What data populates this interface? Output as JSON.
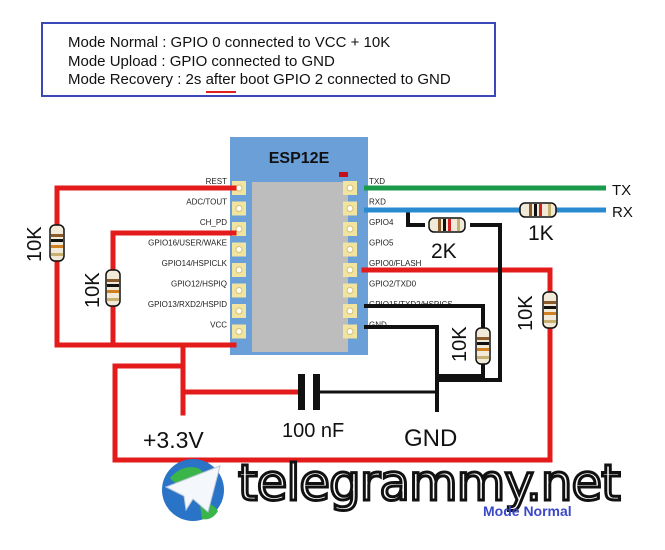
{
  "notes": {
    "lines": [
      "Mode Normal : GPIO 0 connected to VCC + 10K",
      "Mode Upload : GPIO connected to GND"
    ],
    "recovery_prefix": "Mode Recovery : 2s ",
    "recovery_underlined": "after",
    "recovery_suffix": " boot GPIO 2 connected to GND"
  },
  "chip": {
    "name": "ESP12E",
    "left_pins": [
      "REST",
      "ADC/TOUT",
      "CH_PD",
      "GPIO16/USER/WAKE",
      "GPIO14/HSPICLK",
      "GPIO12/HSPIQ",
      "GPIO13/RXD2/HSPID",
      "VCC"
    ],
    "right_pins": [
      "TXD",
      "RXD",
      "GPIO4",
      "GPIO5",
      "GPIO0/FLASH",
      "GPIO2/TXD0",
      "GPIO15/TXD2/HSPICS",
      "GND"
    ]
  },
  "components": {
    "r_rest": "10K",
    "r_chpd": "10K",
    "r_rx": "1K",
    "r_gpio4": "2K",
    "r_gpio15": "10K",
    "r_gpio0": "10K",
    "capacitor": "100 nF"
  },
  "labels": {
    "tx": "TX",
    "rx": "RX",
    "vcc": "+3.3V",
    "gnd": "GND"
  },
  "colors": {
    "power": "#e41b1b",
    "ground": "#111111",
    "tx": "#1a9a4a",
    "rx": "#2a8ad0",
    "chip": "#6a9fd8",
    "pad": "#f1e4a0",
    "border": "#3a48b8"
  },
  "watermark": {
    "site": "telegrammy.net",
    "caption": "Mode Normal"
  }
}
